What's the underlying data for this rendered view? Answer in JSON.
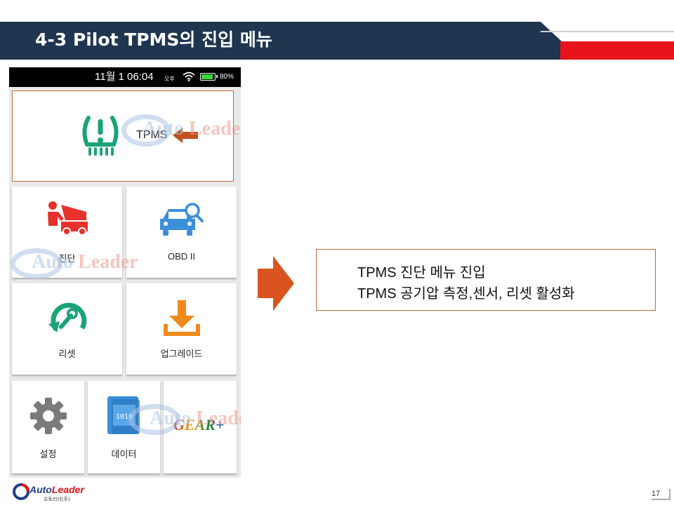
{
  "header": {
    "title": "4-3 Pilot TPMS의 진입 메뉴",
    "colors": {
      "band": "#1f3550",
      "accent_red": "#e8141c"
    }
  },
  "phone": {
    "status": {
      "time": "11월 1  06:04",
      "ampm": "오후",
      "battery": "80%"
    },
    "tiles": {
      "tpms": "TPMS",
      "diagnosis": "진단",
      "obd": "OBD II",
      "reset": "리셋",
      "upgrade": "업그레이드",
      "settings": "설정",
      "data": "데이터",
      "gear_brand": "GEAR+"
    },
    "watermark": {
      "auto": "Auto",
      "leader": "Leader"
    },
    "colors": {
      "teal": "#1aa37a",
      "blue": "#3a8fd8",
      "red": "#e8312b",
      "orange": "#f08a1c"
    }
  },
  "info": {
    "lines": [
      "TPMS 진단 메뉴 진입",
      "TPMS 공기압 측정,센서, 리셋 활성화"
    ],
    "arrow_color": "#d9541e"
  },
  "footer": {
    "logo_auto": "Auto",
    "logo_leader": "Leader",
    "logo_sub": "오토리더(주)",
    "page": "17"
  }
}
